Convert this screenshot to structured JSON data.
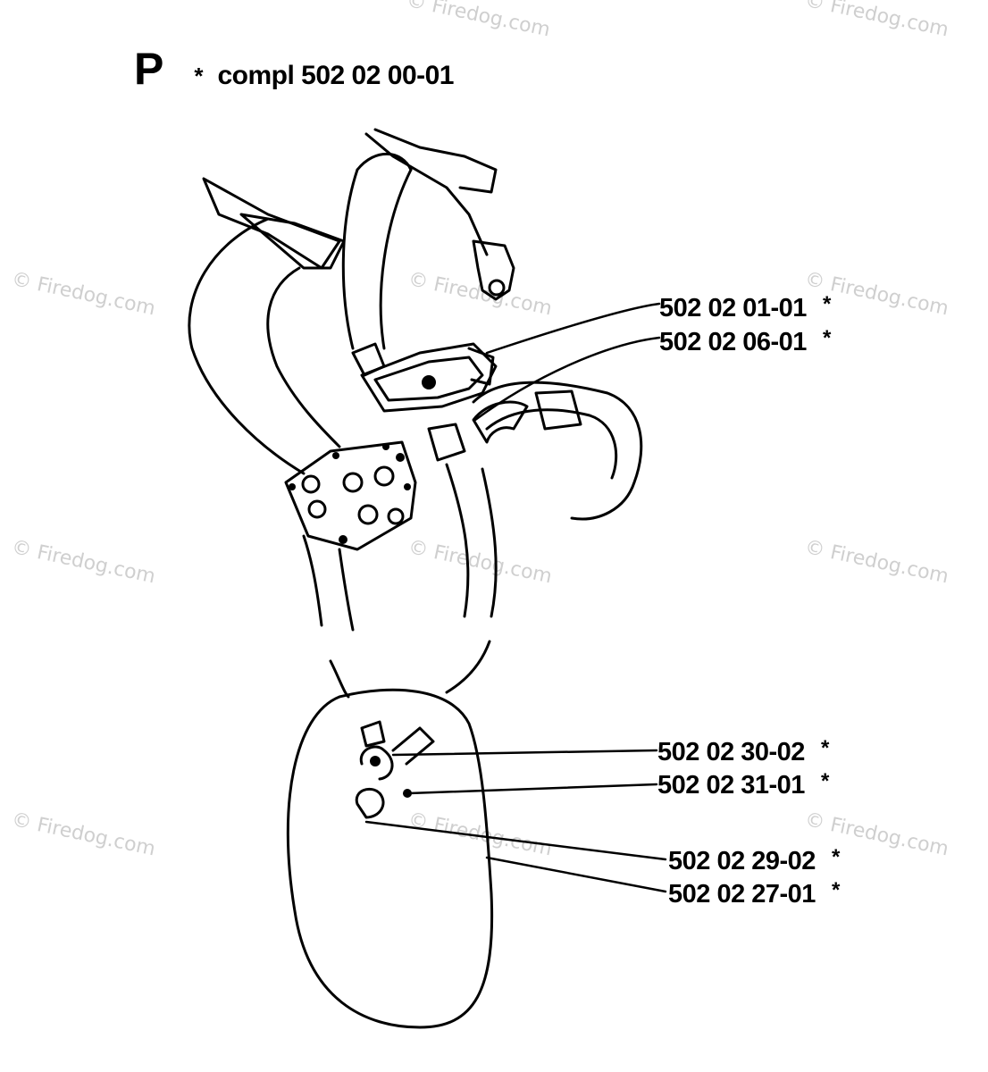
{
  "header": {
    "section_letter": "P",
    "asterisk": "*",
    "assembly_text": "compl 502 02 00-01"
  },
  "callouts": [
    {
      "part": "502 02 01-01",
      "mark": "*"
    },
    {
      "part": "502 02 06-01",
      "mark": "*"
    },
    {
      "part": "502 02 30-02",
      "mark": "*"
    },
    {
      "part": "502 02 31-01",
      "mark": "*"
    },
    {
      "part": "502 02 29-02",
      "mark": "*"
    },
    {
      "part": "502 02 27-01",
      "mark": "*"
    }
  ],
  "watermark": "© Firedog.com"
}
